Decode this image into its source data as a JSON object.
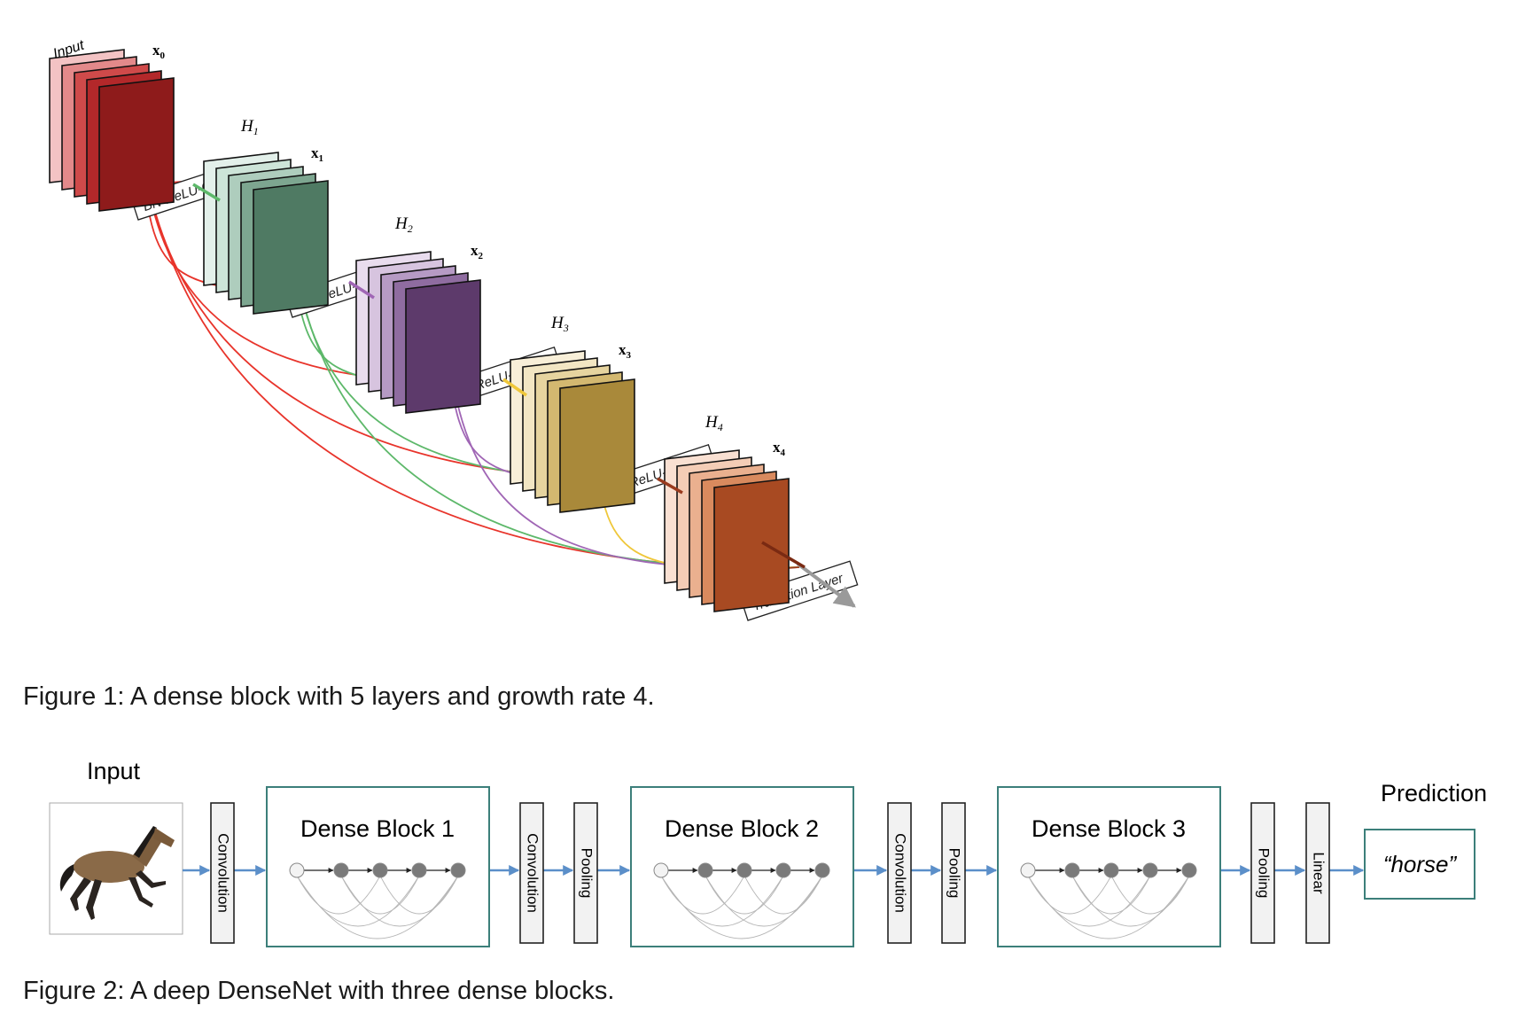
{
  "figure1": {
    "caption": "Figure 1: A dense block with 5 layers and growth rate 4.",
    "input_label": "Input",
    "transition_label": "Transition Layer",
    "layers": [
      {
        "x_label": "x",
        "x_sub": "0",
        "colors": [
          "#8e1b1b",
          "#b3282a",
          "#cf4a4a",
          "#e3898a",
          "#f3c3c4"
        ]
      },
      {
        "h_label": "H",
        "h_sub": "1",
        "conv_label": "BN-ReLU-Conv",
        "x_label": "x",
        "x_sub": "1",
        "colors": [
          "#4f7a63",
          "#7da690",
          "#aecdbd",
          "#cde4d8",
          "#e3f0ea"
        ]
      },
      {
        "h_label": "H",
        "h_sub": "2",
        "conv_label": "BN-ReLU-Conv",
        "x_label": "x",
        "x_sub": "2",
        "colors": [
          "#5d3a6b",
          "#8f6ca0",
          "#b69ac4",
          "#d7c4df",
          "#e9dcee"
        ]
      },
      {
        "h_label": "H",
        "h_sub": "3",
        "conv_label": "BN-ReLU-Conv",
        "x_label": "x",
        "x_sub": "3",
        "colors": [
          "#a9893a",
          "#d3b870",
          "#e6d49f",
          "#f2e6c3",
          "#f8efd8"
        ]
      },
      {
        "h_label": "H",
        "h_sub": "4",
        "conv_label": "BN-ReLU-Conv",
        "x_label": "x",
        "x_sub": "4",
        "colors": [
          "#a84a22",
          "#d98a5e",
          "#eab08f",
          "#f4cdb6",
          "#f9e0d2"
        ]
      }
    ],
    "edge_colors": [
      "#e8342b",
      "#5db86a",
      "#a066b5",
      "#efc73a",
      "#9a3b1e"
    ]
  },
  "figure2": {
    "caption": "Figure 2: A deep DenseNet with three dense blocks.",
    "input_label": "Input",
    "prediction_label": "Prediction",
    "prediction_value": "“horse”",
    "blocks": [
      "Dense Block 1",
      "Dense Block 2",
      "Dense Block 3"
    ],
    "ops": {
      "convolution": "Convolution",
      "pooling": "Pooling",
      "linear": "Linear"
    },
    "block_border_color": "#3c7f7a",
    "arrow_color": "#5b8fc9"
  }
}
